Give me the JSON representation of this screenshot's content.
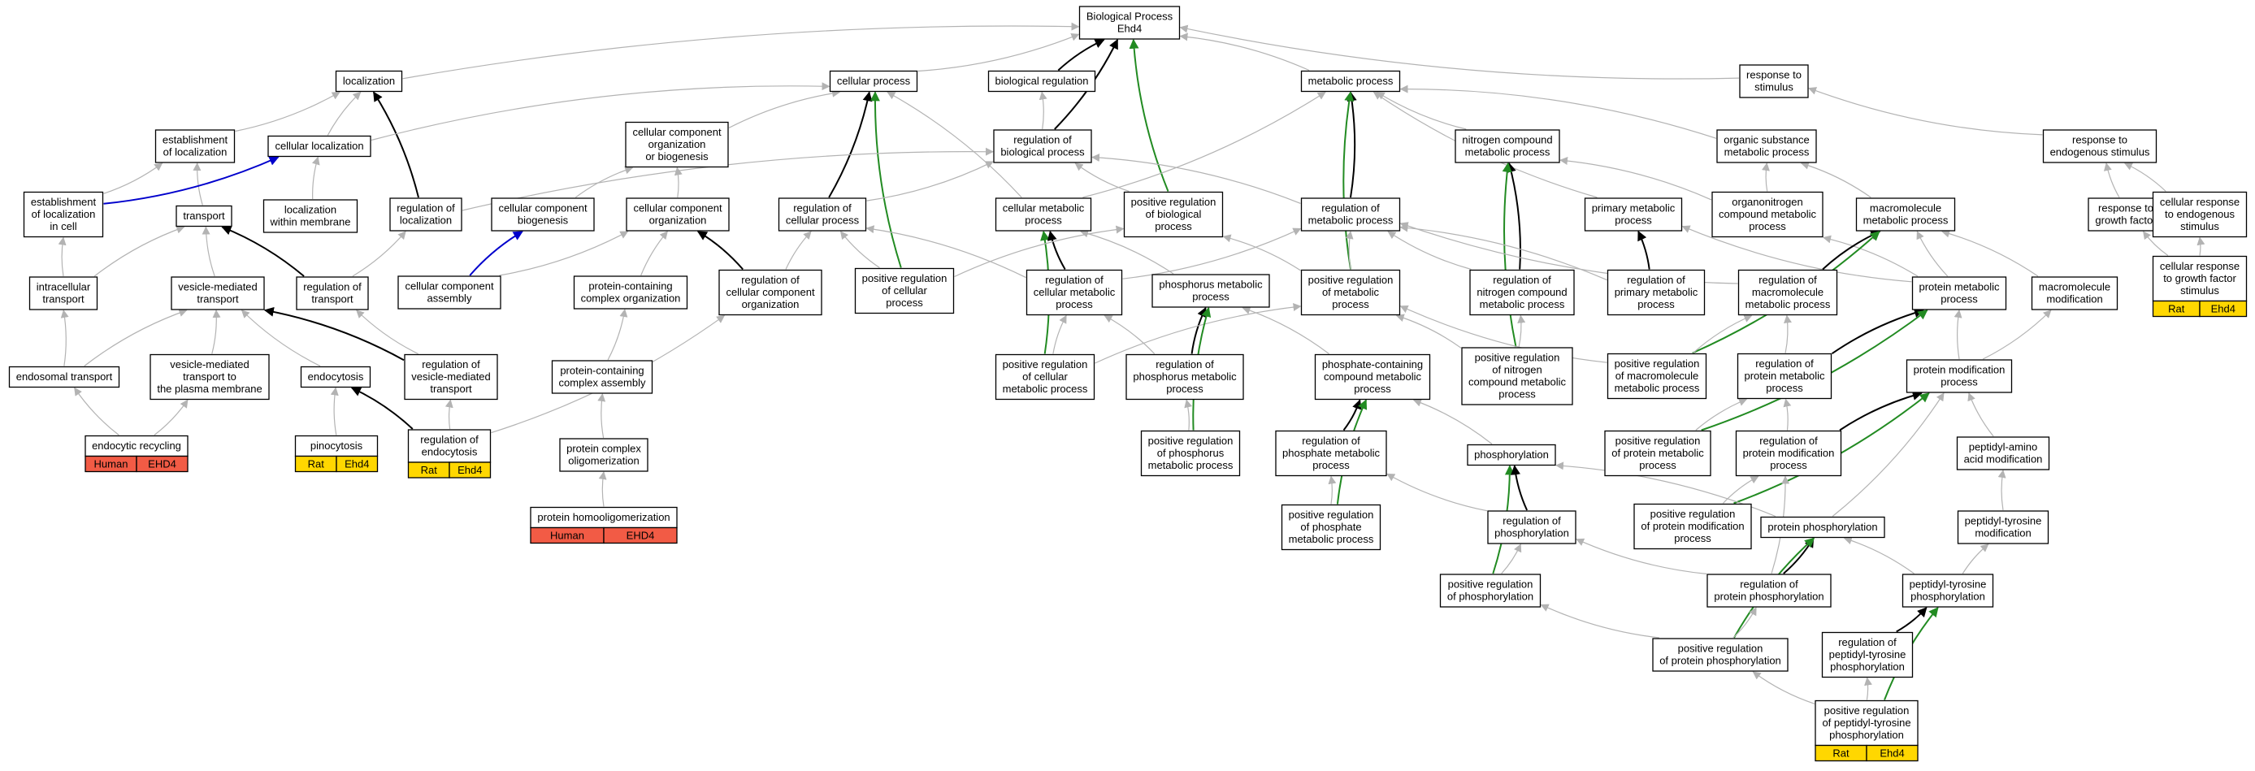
{
  "colors": {
    "edge_default": "#b3b3b3",
    "edge_black": "#000000",
    "edge_green": "#228b22",
    "edge_blue": "#0000cc",
    "species_human": "#f25b45",
    "species_rat": "#ffd700",
    "node_border": "#000000",
    "node_fill": "#ffffff"
  },
  "nodes": [
    {
      "id": "bp",
      "lines": [
        "Biological Process",
        "Ehd4"
      ]
    },
    {
      "id": "loc",
      "lines": [
        "localization"
      ]
    },
    {
      "id": "cp",
      "lines": [
        "cellular process"
      ]
    },
    {
      "id": "br",
      "lines": [
        "biological regulation"
      ]
    },
    {
      "id": "mp",
      "lines": [
        "metabolic process"
      ]
    },
    {
      "id": "rts",
      "lines": [
        "response to",
        "stimulus"
      ]
    },
    {
      "id": "eloc",
      "lines": [
        "establishment",
        "of localization"
      ]
    },
    {
      "id": "cloc",
      "lines": [
        "cellular localization"
      ]
    },
    {
      "id": "ccob",
      "lines": [
        "cellular component",
        "organization",
        "or biogenesis"
      ]
    },
    {
      "id": "rbp",
      "lines": [
        "regulation of",
        "biological process"
      ]
    },
    {
      "id": "ncmp",
      "lines": [
        "nitrogen compound",
        "metabolic process"
      ]
    },
    {
      "id": "osmp",
      "lines": [
        "organic substance",
        "metabolic process"
      ]
    },
    {
      "id": "rtes",
      "lines": [
        "response to",
        "endogenous stimulus"
      ]
    },
    {
      "id": "elic",
      "lines": [
        "establishment",
        "of localization",
        "in cell"
      ]
    },
    {
      "id": "trn",
      "lines": [
        "transport"
      ]
    },
    {
      "id": "lwm",
      "lines": [
        "localization",
        "within membrane"
      ]
    },
    {
      "id": "rloc",
      "lines": [
        "regulation of",
        "localization"
      ]
    },
    {
      "id": "ccb",
      "lines": [
        "cellular component",
        "biogenesis"
      ]
    },
    {
      "id": "cco",
      "lines": [
        "cellular component",
        "organization"
      ]
    },
    {
      "id": "rcp",
      "lines": [
        "regulation of",
        "cellular process"
      ]
    },
    {
      "id": "cmp",
      "lines": [
        "cellular metabolic",
        "process"
      ]
    },
    {
      "id": "prbp",
      "lines": [
        "positive regulation",
        "of biological",
        "process"
      ]
    },
    {
      "id": "rmp",
      "lines": [
        "regulation of",
        "metabolic process"
      ]
    },
    {
      "id": "pmp",
      "lines": [
        "primary metabolic",
        "process"
      ]
    },
    {
      "id": "oncmp",
      "lines": [
        "organonitrogen",
        "compound metabolic",
        "process"
      ]
    },
    {
      "id": "mmp",
      "lines": [
        "macromolecule",
        "metabolic process"
      ]
    },
    {
      "id": "rtgf",
      "lines": [
        "response to",
        "growth factor"
      ]
    },
    {
      "id": "crtes",
      "lines": [
        "cellular response",
        "to endogenous",
        "stimulus"
      ]
    },
    {
      "id": "ict",
      "lines": [
        "intracellular",
        "transport"
      ]
    },
    {
      "id": "vmt",
      "lines": [
        "vesicle-mediated",
        "transport"
      ]
    },
    {
      "id": "rtr",
      "lines": [
        "regulation of",
        "transport"
      ]
    },
    {
      "id": "cca",
      "lines": [
        "cellular component",
        "assembly"
      ]
    },
    {
      "id": "pcco",
      "lines": [
        "protein-containing",
        "complex organization"
      ]
    },
    {
      "id": "rcco",
      "lines": [
        "regulation of",
        "cellular component",
        "organization"
      ]
    },
    {
      "id": "prcp",
      "lines": [
        "positive regulation",
        "of cellular",
        "process"
      ]
    },
    {
      "id": "rcmp",
      "lines": [
        "regulation of",
        "cellular metabolic",
        "process"
      ]
    },
    {
      "id": "phmp",
      "lines": [
        "phosphorus metabolic",
        "process"
      ]
    },
    {
      "id": "prmp",
      "lines": [
        "positive regulation",
        "of metabolic",
        "process"
      ]
    },
    {
      "id": "rncmp",
      "lines": [
        "regulation of",
        "nitrogen compound",
        "metabolic process"
      ]
    },
    {
      "id": "rpmp",
      "lines": [
        "regulation of",
        "primary metabolic",
        "process"
      ]
    },
    {
      "id": "rmmp",
      "lines": [
        "regulation of",
        "macromolecule",
        "metabolic process"
      ]
    },
    {
      "id": "prtmp",
      "lines": [
        "protein metabolic",
        "process"
      ]
    },
    {
      "id": "mmod",
      "lines": [
        "macromolecule",
        "modification"
      ]
    },
    {
      "id": "crtgf",
      "lines": [
        "cellular response",
        "to growth factor",
        "stimulus"
      ],
      "species": [
        "Rat",
        "Ehd4"
      ],
      "species_color": "rat"
    },
    {
      "id": "endt",
      "lines": [
        "endosomal transport"
      ]
    },
    {
      "id": "vmtpm",
      "lines": [
        "vesicle-mediated",
        "transport to",
        "the plasma membrane"
      ]
    },
    {
      "id": "endo",
      "lines": [
        "endocytosis"
      ]
    },
    {
      "id": "rvmt",
      "lines": [
        "regulation of",
        "vesicle-mediated",
        "transport"
      ]
    },
    {
      "id": "pcca",
      "lines": [
        "protein-containing",
        "complex assembly"
      ]
    },
    {
      "id": "prcmp",
      "lines": [
        "positive regulation",
        "of cellular",
        "metabolic process"
      ]
    },
    {
      "id": "rphmp",
      "lines": [
        "regulation of",
        "phosphorus metabolic",
        "process"
      ]
    },
    {
      "id": "pccmp",
      "lines": [
        "phosphate-containing",
        "compound metabolic",
        "process"
      ]
    },
    {
      "id": "prncmp",
      "lines": [
        "positive regulation",
        "of nitrogen",
        "compound metabolic",
        "process"
      ]
    },
    {
      "id": "prmmp",
      "lines": [
        "positive regulation",
        "of macromolecule",
        "metabolic process"
      ]
    },
    {
      "id": "rprtmp",
      "lines": [
        "regulation of",
        "protein metabolic",
        "process"
      ]
    },
    {
      "id": "pmod",
      "lines": [
        "protein modification",
        "process"
      ]
    },
    {
      "id": "ecr",
      "lines": [
        "endocytic recycling"
      ],
      "species": [
        "Human",
        "EHD4"
      ],
      "species_color": "human"
    },
    {
      "id": "pino",
      "lines": [
        "pinocytosis"
      ],
      "species": [
        "Rat",
        "Ehd4"
      ],
      "species_color": "rat"
    },
    {
      "id": "rendo",
      "lines": [
        "regulation of",
        "endocytosis"
      ],
      "species": [
        "Rat",
        "Ehd4"
      ],
      "species_color": "rat"
    },
    {
      "id": "pco",
      "lines": [
        "protein complex",
        "oligomerization"
      ]
    },
    {
      "id": "prphmp",
      "lines": [
        "positive regulation",
        "of phosphorus",
        "metabolic process"
      ]
    },
    {
      "id": "rpcmp",
      "lines": [
        "regulation of",
        "phosphate metabolic",
        "process"
      ]
    },
    {
      "id": "phos",
      "lines": [
        "phosphorylation"
      ]
    },
    {
      "id": "prprtmp",
      "lines": [
        "positive regulation",
        "of protein metabolic",
        "process"
      ]
    },
    {
      "id": "rpmod",
      "lines": [
        "regulation of",
        "protein modification",
        "process"
      ]
    },
    {
      "id": "paam",
      "lines": [
        "peptidyl-amino",
        "acid modification"
      ]
    },
    {
      "id": "pho",
      "lines": [
        "protein homooligomerization"
      ],
      "species": [
        "Human",
        "EHD4"
      ],
      "species_color": "human"
    },
    {
      "id": "prpcmp",
      "lines": [
        "positive regulation",
        "of phosphate",
        "metabolic process"
      ]
    },
    {
      "id": "rphos",
      "lines": [
        "regulation of",
        "phosphorylation"
      ]
    },
    {
      "id": "prpmod",
      "lines": [
        "positive regulation",
        "of protein modification",
        "process"
      ]
    },
    {
      "id": "pphos",
      "lines": [
        "protein phosphorylation"
      ]
    },
    {
      "id": "ptmod",
      "lines": [
        "peptidyl-tyrosine",
        "modification"
      ]
    },
    {
      "id": "prphos",
      "lines": [
        "positive regulation",
        "of phosphorylation"
      ]
    },
    {
      "id": "rpphos",
      "lines": [
        "regulation of",
        "protein phosphorylation"
      ]
    },
    {
      "id": "ptphos",
      "lines": [
        "peptidyl-tyrosine",
        "phosphorylation"
      ]
    },
    {
      "id": "prpphos",
      "lines": [
        "positive regulation",
        "of protein phosphorylation"
      ]
    },
    {
      "id": "rptphos",
      "lines": [
        "regulation of",
        "peptidyl-tyrosine",
        "phosphorylation"
      ]
    },
    {
      "id": "prptphos",
      "lines": [
        "positive regulation",
        "of peptidyl-tyrosine",
        "phosphorylation"
      ],
      "species": [
        "Rat",
        "Ehd4"
      ],
      "species_color": "rat"
    }
  ],
  "edges": [
    [
      "loc",
      "bp",
      "gray"
    ],
    [
      "cp",
      "bp",
      "gray"
    ],
    [
      "br",
      "bp",
      "black"
    ],
    [
      "mp",
      "bp",
      "gray"
    ],
    [
      "rts",
      "bp",
      "gray"
    ],
    [
      "rbp",
      "bp",
      "black"
    ],
    [
      "prbp",
      "bp",
      "green"
    ],
    [
      "eloc",
      "loc",
      "gray"
    ],
    [
      "cloc",
      "loc",
      "gray"
    ],
    [
      "rloc",
      "loc",
      "black"
    ],
    [
      "ccob",
      "cp",
      "gray"
    ],
    [
      "rcp",
      "cp",
      "black"
    ],
    [
      "prcp",
      "cp",
      "green"
    ],
    [
      "cmp",
      "cp",
      "gray"
    ],
    [
      "cloc",
      "cp",
      "gray"
    ],
    [
      "rbp",
      "br",
      "gray"
    ],
    [
      "ncmp",
      "mp",
      "gray"
    ],
    [
      "osmp",
      "mp",
      "gray"
    ],
    [
      "pmp",
      "mp",
      "gray"
    ],
    [
      "rmp",
      "mp",
      "black"
    ],
    [
      "prmp",
      "mp",
      "green"
    ],
    [
      "cmp",
      "mp",
      "gray"
    ],
    [
      "rtes",
      "rts",
      "gray"
    ],
    [
      "elic",
      "eloc",
      "gray"
    ],
    [
      "trn",
      "eloc",
      "gray"
    ],
    [
      "elic",
      "cloc",
      "blue"
    ],
    [
      "lwm",
      "cloc",
      "gray"
    ],
    [
      "cco",
      "ccob",
      "gray"
    ],
    [
      "ccb",
      "ccob",
      "gray"
    ],
    [
      "rcp",
      "rbp",
      "gray"
    ],
    [
      "prbp",
      "rbp",
      "gray"
    ],
    [
      "rmp",
      "rbp",
      "gray"
    ],
    [
      "rloc",
      "rbp",
      "gray"
    ],
    [
      "rncmp",
      "ncmp",
      "black"
    ],
    [
      "prncmp",
      "ncmp",
      "green"
    ],
    [
      "oncmp",
      "ncmp",
      "gray"
    ],
    [
      "oncmp",
      "osmp",
      "gray"
    ],
    [
      "mmp",
      "osmp",
      "gray"
    ],
    [
      "rtgf",
      "rtes",
      "gray"
    ],
    [
      "crtes",
      "rtes",
      "gray"
    ],
    [
      "crtgf",
      "rtgf",
      "gray"
    ],
    [
      "crtgf",
      "crtes",
      "gray"
    ],
    [
      "vmt",
      "trn",
      "gray"
    ],
    [
      "rtr",
      "trn",
      "black"
    ],
    [
      "ict",
      "trn",
      "gray"
    ],
    [
      "rtr",
      "rloc",
      "gray"
    ],
    [
      "cca",
      "ccb",
      "blue"
    ],
    [
      "rcco",
      "cco",
      "black"
    ],
    [
      "pcco",
      "cco",
      "gray"
    ],
    [
      "cca",
      "cco",
      "gray"
    ],
    [
      "prcp",
      "rcp",
      "gray"
    ],
    [
      "rcmp",
      "rcp",
      "gray"
    ],
    [
      "rcco",
      "rcp",
      "gray"
    ],
    [
      "prcmp",
      "cmp",
      "green"
    ],
    [
      "rcmp",
      "cmp",
      "black"
    ],
    [
      "phmp",
      "cmp",
      "gray"
    ],
    [
      "prcp",
      "prbp",
      "gray"
    ],
    [
      "prmp",
      "prbp",
      "gray"
    ],
    [
      "prmp",
      "rmp",
      "gray"
    ],
    [
      "rcmp",
      "rmp",
      "gray"
    ],
    [
      "rncmp",
      "rmp",
      "gray"
    ],
    [
      "rpmp",
      "rmp",
      "gray"
    ],
    [
      "rmmp",
      "rmp",
      "gray"
    ],
    [
      "rpmp",
      "pmp",
      "black"
    ],
    [
      "prtmp",
      "pmp",
      "gray"
    ],
    [
      "prtmp",
      "oncmp",
      "gray"
    ],
    [
      "rmmp",
      "mmp",
      "black"
    ],
    [
      "prmmp",
      "mmp",
      "green"
    ],
    [
      "prtmp",
      "mmp",
      "gray"
    ],
    [
      "mmod",
      "mmp",
      "gray"
    ],
    [
      "ict",
      "elic",
      "gray"
    ],
    [
      "endt",
      "ict",
      "gray"
    ],
    [
      "endo",
      "vmt",
      "gray"
    ],
    [
      "vmtpm",
      "vmt",
      "gray"
    ],
    [
      "endt",
      "vmt",
      "gray"
    ],
    [
      "rvmt",
      "vmt",
      "black"
    ],
    [
      "rvmt",
      "rtr",
      "gray"
    ],
    [
      "pcca",
      "pcco",
      "gray"
    ],
    [
      "prcmp",
      "rcmp",
      "gray"
    ],
    [
      "rphmp",
      "rcmp",
      "gray"
    ],
    [
      "rphmp",
      "phmp",
      "black"
    ],
    [
      "pccmp",
      "phmp",
      "gray"
    ],
    [
      "prcmp",
      "prmp",
      "gray"
    ],
    [
      "prncmp",
      "prmp",
      "gray"
    ],
    [
      "prmmp",
      "prmp",
      "gray"
    ],
    [
      "prncmp",
      "rncmp",
      "gray"
    ],
    [
      "prmmp",
      "rmmp",
      "gray"
    ],
    [
      "rprtmp",
      "rmmp",
      "gray"
    ],
    [
      "rprtmp",
      "prtmp",
      "black"
    ],
    [
      "prprtmp",
      "prtmp",
      "green"
    ],
    [
      "pmod",
      "prtmp",
      "gray"
    ],
    [
      "pmod",
      "mmod",
      "gray"
    ],
    [
      "ecr",
      "endt",
      "gray"
    ],
    [
      "ecr",
      "vmtpm",
      "gray"
    ],
    [
      "pino",
      "endo",
      "gray"
    ],
    [
      "rendo",
      "endo",
      "black"
    ],
    [
      "rendo",
      "rvmt",
      "gray"
    ],
    [
      "rendo",
      "rcco",
      "gray"
    ],
    [
      "pco",
      "pcca",
      "gray"
    ],
    [
      "prphmp",
      "rphmp",
      "gray"
    ],
    [
      "prphmp",
      "phmp",
      "green"
    ],
    [
      "rpcmp",
      "pccmp",
      "black"
    ],
    [
      "prpcmp",
      "pccmp",
      "green"
    ],
    [
      "phos",
      "pccmp",
      "gray"
    ],
    [
      "prprtmp",
      "rprtmp",
      "gray"
    ],
    [
      "rpmod",
      "rprtmp",
      "gray"
    ],
    [
      "paam",
      "pmod",
      "gray"
    ],
    [
      "pphos",
      "pmod",
      "gray"
    ],
    [
      "rpmod",
      "pmod",
      "black"
    ],
    [
      "prpmod",
      "pmod",
      "green"
    ],
    [
      "pho",
      "pco",
      "gray"
    ],
    [
      "prpcmp",
      "rpcmp",
      "gray"
    ],
    [
      "rphos",
      "rpcmp",
      "gray"
    ],
    [
      "prphos",
      "phos",
      "green"
    ],
    [
      "rphos",
      "phos",
      "black"
    ],
    [
      "pphos",
      "phos",
      "gray"
    ],
    [
      "prpmod",
      "rpmod",
      "gray"
    ],
    [
      "rpphos",
      "rpmod",
      "gray"
    ],
    [
      "ptmod",
      "paam",
      "gray"
    ],
    [
      "prphos",
      "rphos",
      "gray"
    ],
    [
      "rpphos",
      "rphos",
      "gray"
    ],
    [
      "rpphos",
      "pphos",
      "black"
    ],
    [
      "prpphos",
      "pphos",
      "green"
    ],
    [
      "ptphos",
      "pphos",
      "gray"
    ],
    [
      "ptphos",
      "ptmod",
      "gray"
    ],
    [
      "prpphos",
      "rpphos",
      "gray"
    ],
    [
      "prpphos",
      "prphos",
      "gray"
    ],
    [
      "rptphos",
      "ptphos",
      "black"
    ],
    [
      "prptphos",
      "ptphos",
      "green"
    ],
    [
      "prptphos",
      "rptphos",
      "gray"
    ],
    [
      "prptphos",
      "prpphos",
      "gray"
    ]
  ]
}
